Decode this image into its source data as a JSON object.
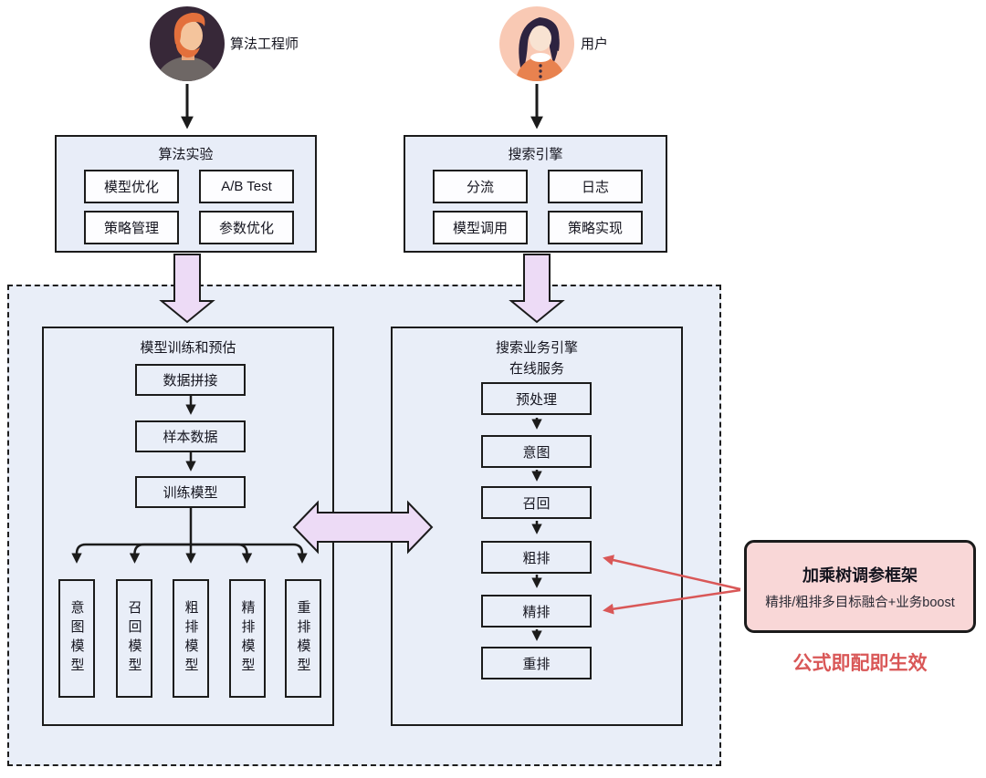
{
  "actors": {
    "engineer": {
      "label": "算法工程师"
    },
    "user": {
      "label": "用户"
    }
  },
  "experiment_box": {
    "title": "算法实验",
    "items": [
      "模型优化",
      "A/B Test",
      "策略管理",
      "参数优化"
    ]
  },
  "search_engine_box": {
    "title": "搜索引擎",
    "items": [
      "分流",
      "日志",
      "模型调用",
      "策略实现"
    ]
  },
  "training_box": {
    "title": "模型训练和预估",
    "steps": [
      "数据拼接",
      "样本数据",
      "训练模型"
    ],
    "models": [
      "意图模型",
      "召回模型",
      "粗排模型",
      "精排模型",
      "重排模型"
    ]
  },
  "serving_box": {
    "title_line1": "搜索业务引擎",
    "title_line2": "在线服务",
    "steps": [
      "预处理",
      "意图",
      "召回",
      "粗排",
      "精排",
      "重排"
    ]
  },
  "framework": {
    "title": "加乘树调参框架",
    "subtitle": "精排/粗排多目标融合+业务boost",
    "caption": "公式即配即生效"
  },
  "colors": {
    "panel_bg": "#e9eef8",
    "accent_purple": "#eddbf6",
    "accent_pink": "#f9d7d7",
    "accent_red": "#d95757",
    "line": "#1b1b1b"
  }
}
